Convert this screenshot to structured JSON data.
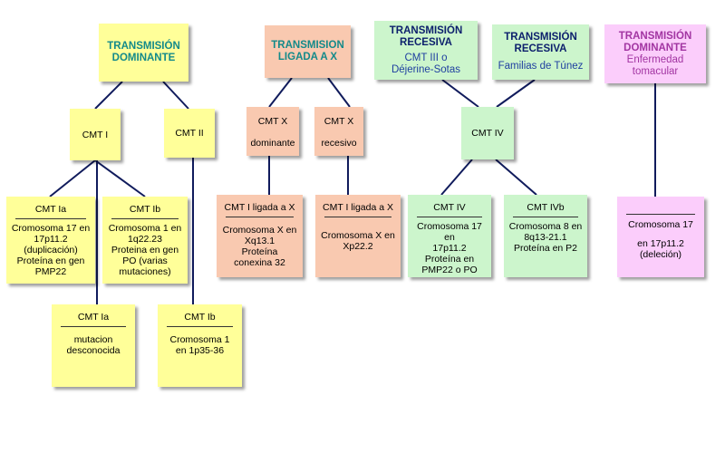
{
  "headers": {
    "dominante": {
      "title": [
        "TRANSMISIÓN",
        "DOMINANTE"
      ]
    },
    "ligada_x": {
      "title": [
        "TRANSMISION",
        "LIGADA A X"
      ]
    },
    "recesiva1": {
      "title": [
        "TRANSMISIÓN",
        "RECESIVA"
      ],
      "subtitle": [
        "CMT III o",
        "Déjerine-Sotas"
      ]
    },
    "recesiva2": {
      "title": [
        "TRANSMISIÓN",
        "RECESIVA"
      ],
      "subtitle": [
        "Familias de Túnez"
      ]
    },
    "dominante2": {
      "title": [
        "TRANSMISIÓN",
        "DOMINANTE"
      ],
      "subtitle": [
        "Enfermedad",
        "tomacular"
      ]
    }
  },
  "nodes": {
    "cmt_i": "CMT I",
    "cmt_ii": "CMT II",
    "cmt_x_dom": {
      "title": "CMT X",
      "subtitle": "dominante"
    },
    "cmt_x_rec": {
      "title": "CMT X",
      "subtitle": "recesivo"
    },
    "cmt_iv_mid": "CMT IV"
  },
  "details": {
    "cmt_ia": {
      "title": "CMT Ia",
      "lines": [
        "Cromosoma 17 en",
        "17p11.2",
        "(duplicación)",
        "Proteína en gen",
        "PMP22"
      ]
    },
    "cmt_ib": {
      "title": "CMT Ib",
      "lines": [
        "Cromosoma 1 en",
        "1q22.23",
        "Proteina en gen",
        "PO (varias",
        "mutaciones)"
      ]
    },
    "cmt_ia2": {
      "title": "CMT Ia",
      "lines": [
        "mutacion",
        "desconocida"
      ]
    },
    "cmt_ib2": {
      "title": "CMT Ib",
      "lines": [
        "Cromosoma 1",
        "en 1p35-36"
      ]
    },
    "cmt_lx_dom": {
      "title": "CMT I ligada a X",
      "lines": [
        "Cromosoma X en",
        "Xq13.1",
        "Proteína",
        "conexina 32"
      ]
    },
    "cmt_lx_rec": {
      "title": "CMT I ligada a X",
      "lines": [
        "Cromosoma X en",
        "Xp22.2"
      ]
    },
    "cmt_iv": {
      "title": "CMT IV",
      "lines": [
        "Cromosoma 17 en",
        "17p11.2",
        "Proteína en",
        "PMP22 o PO"
      ]
    },
    "cmt_ivb": {
      "title": "CMT IVb",
      "lines": [
        "Cromosoma 8 en",
        "8q13-21.1",
        "Proteína en P2"
      ]
    },
    "tomacular": {
      "lines": [
        "Cromosoma 17",
        "en 17p11.2",
        "(deleción)"
      ]
    }
  },
  "colors": {
    "yellow": "#ffff99",
    "salmon": "#f9c9b0",
    "green": "#ccf5cc",
    "pink": "#fbcdfb",
    "teal_text": "#138a8a",
    "navy_text": "#0c1f6c",
    "magenta_text": "#a235a2",
    "line": "#101b5c"
  }
}
